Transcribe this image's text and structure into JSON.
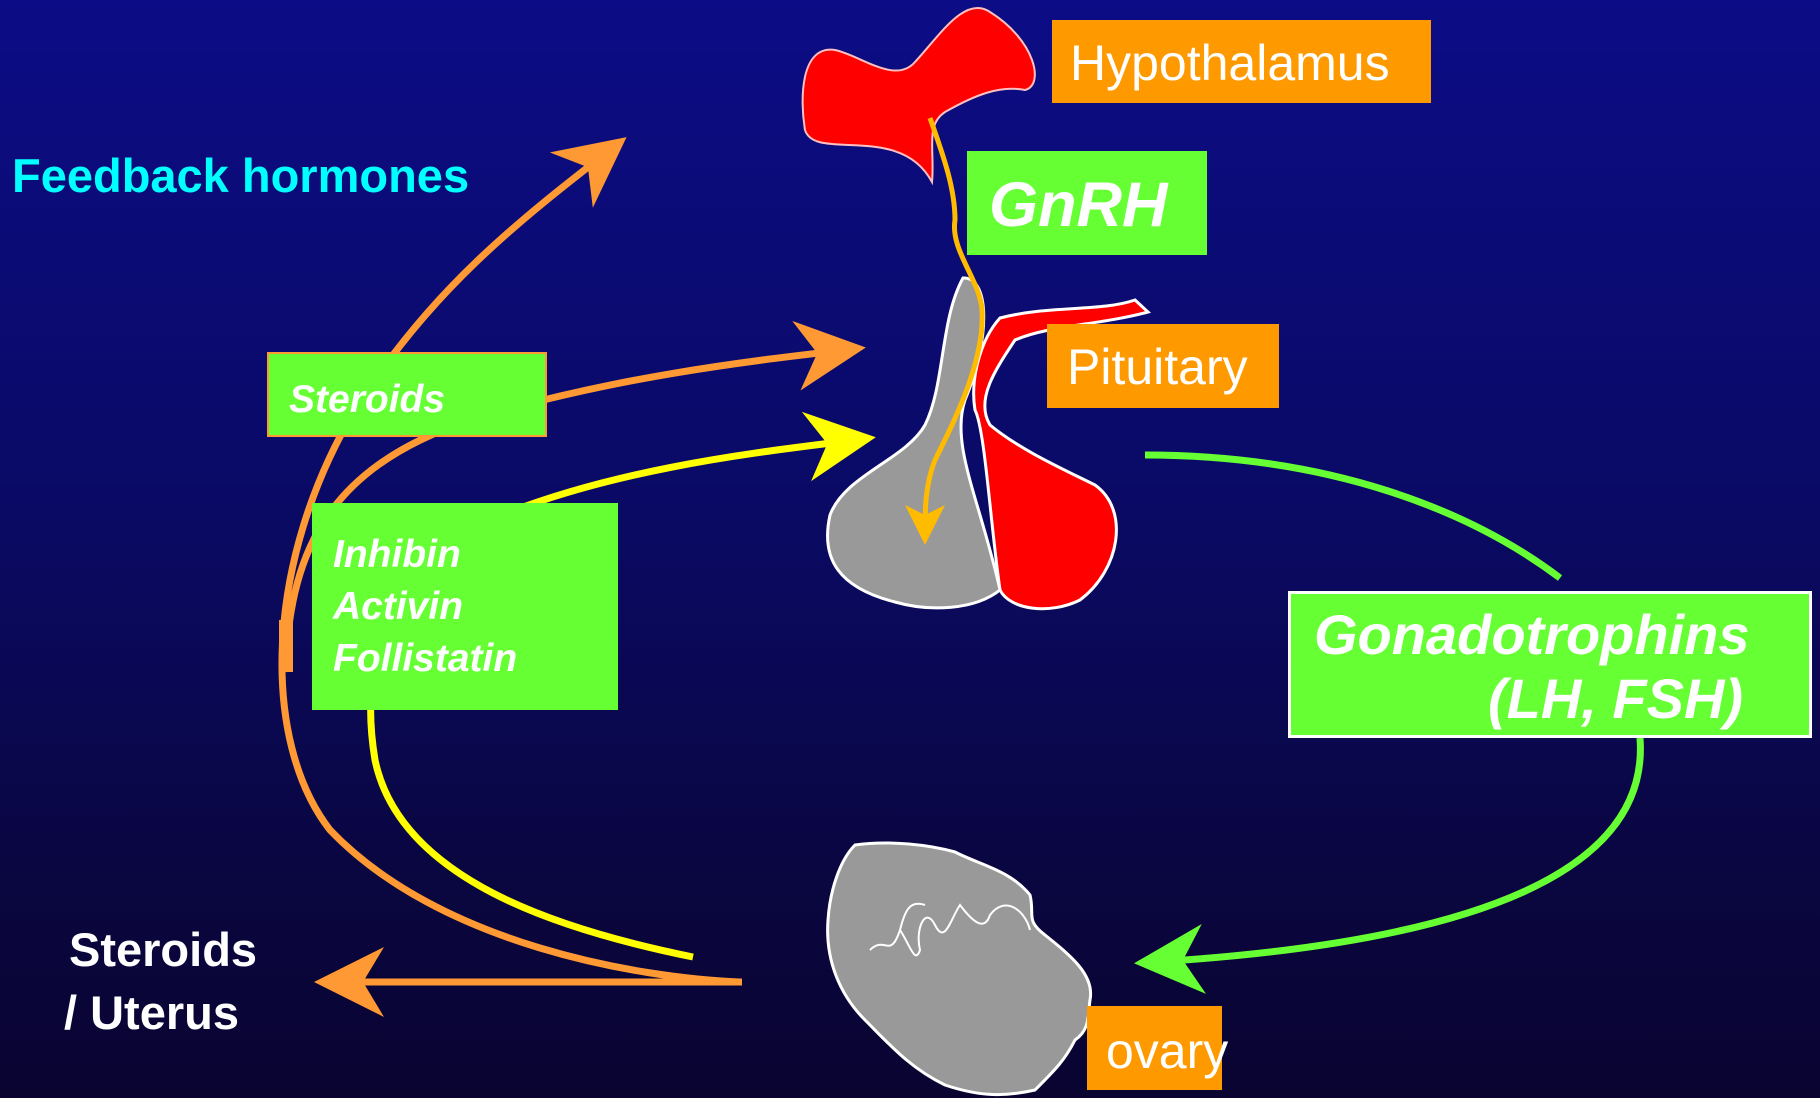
{
  "title": "Feedback hormones",
  "labels": {
    "hypothalamus": "Hypothalamus",
    "gnrh": "GnRH",
    "pituitary": "Pituitary",
    "steroids_box": "Steroids",
    "inhibin": "Inhibin",
    "activin": "Activin",
    "follistatin": "Follistatin",
    "gonadotrophins": "Gonadotrophins",
    "lh_fsh": "(LH, FSH)",
    "steroids_out": "Steroids",
    "uterus_out": "/ Uterus",
    "ovary": "ovary"
  },
  "colors": {
    "background": "#0b0b70",
    "title": "#00ffff",
    "label_orange": "#ff9900",
    "label_green": "#66ff33",
    "arrow_orange": "#ff9933",
    "arrow_yellow": "#ffff00",
    "arrow_green": "#66ff33",
    "arrow_gold": "#ffbb00",
    "gland_red": "#ff0000",
    "gland_gray": "#999999"
  }
}
